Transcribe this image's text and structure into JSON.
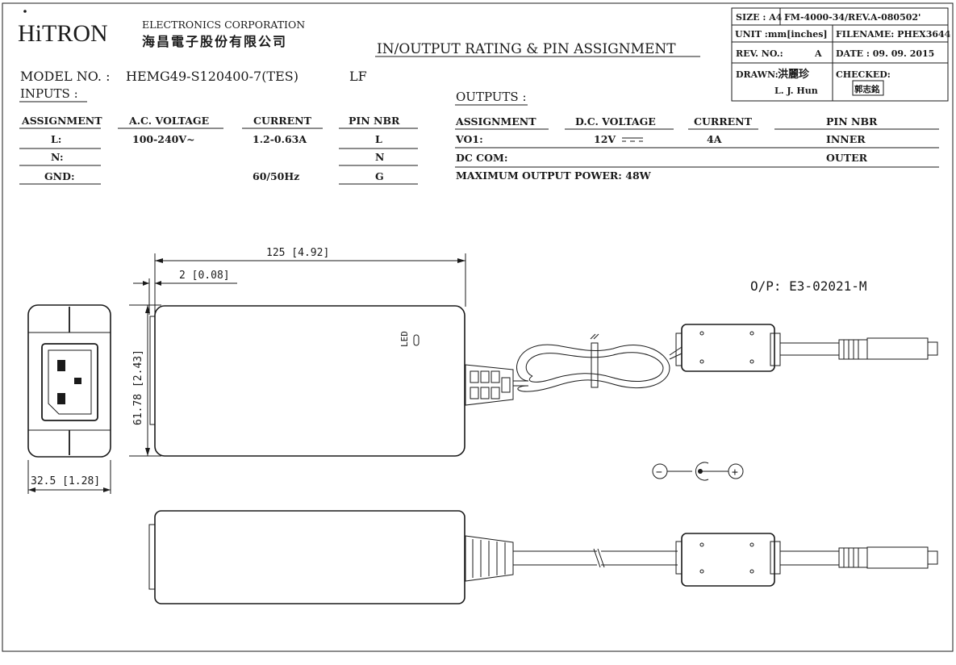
{
  "brand": {
    "logo": "HiTRON",
    "company_en": "ELECTRONICS CORPORATION",
    "company_cn": "海昌電子股份有限公司"
  },
  "title": "IN/OUTPUT RATING & PIN ASSIGNMENT",
  "model": {
    "label": "MODEL NO. :",
    "value": "HEMG49-S120400-7(TES)",
    "suffix": "LF"
  },
  "title_block": {
    "size": "SIZE : A4",
    "form": "FM-4000-34/REV.A-080502'",
    "unit": "UNIT :mm[inches]",
    "filename": "FILENAME: PHEX3644",
    "rev_label": "REV. NO.:",
    "rev_value": "A",
    "date": "DATE : 09. 09. 2015",
    "drawn_label": "DRAWN:",
    "drawn_cn": "洪麗珍",
    "drawn_en": "L. J. Hun",
    "checked_label": "CHECKED:",
    "checked_stamp": "郭志銘"
  },
  "inputs": {
    "heading": "INPUTS :",
    "headers": [
      "ASSIGNMENT",
      "A.C. VOLTAGE",
      "CURRENT",
      "PIN NBR"
    ],
    "rows": [
      {
        "assignment": "L:",
        "voltage": "100-240V~",
        "current": "1.2-0.63A",
        "pin": "L"
      },
      {
        "assignment": "N:",
        "voltage": "",
        "current": "",
        "pin": "N"
      },
      {
        "assignment": "GND:",
        "voltage": "",
        "current": "60/50Hz",
        "pin": "G"
      }
    ]
  },
  "outputs": {
    "heading": "OUTPUTS :",
    "headers": [
      "ASSIGNMENT",
      "D.C. VOLTAGE",
      "CURRENT",
      "PIN NBR"
    ],
    "rows": [
      {
        "assignment": "VO1:",
        "voltage": "12V",
        "current": "4A",
        "pin": "INNER"
      },
      {
        "assignment": "DC COM:",
        "voltage": "",
        "current": "",
        "pin": "OUTER"
      }
    ],
    "max_power": "MAXIMUM OUTPUT POWER: 48W"
  },
  "drawing": {
    "dim_length": "125 [4.92]",
    "dim_offset": "2 [0.08]",
    "dim_height": "61.78 [2.43]",
    "dim_thickness": "32.5 [1.28]",
    "led_label": "LED",
    "output_plug": "O/P: E3-02021-M",
    "polarity_neg": "−",
    "polarity_pos": "+"
  }
}
